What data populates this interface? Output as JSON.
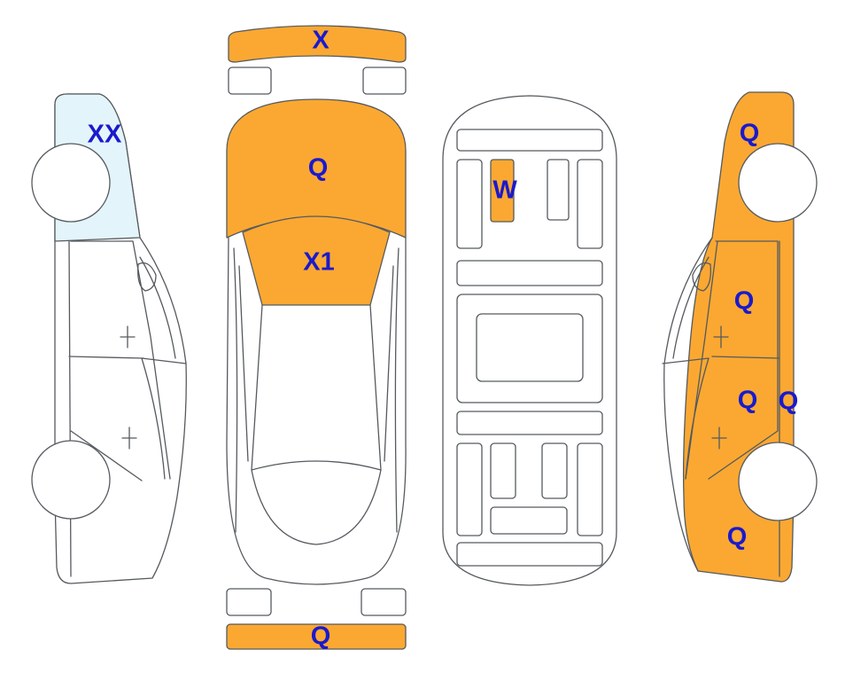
{
  "colors": {
    "damage": "#fba832",
    "glass": "#e3f4fb",
    "label": "#1a1acc",
    "outline": "#555a5e"
  },
  "labels": {
    "front_bumper": "X",
    "hood": "Q",
    "windshield": "X1",
    "rear_bumper": "Q",
    "roof_interior": "W",
    "left_front_window": "XX",
    "right_front_fender": "Q",
    "right_front_door": "Q",
    "right_rear_door": "Q",
    "right_rocker": "Q",
    "right_rear_quarter": "Q"
  }
}
